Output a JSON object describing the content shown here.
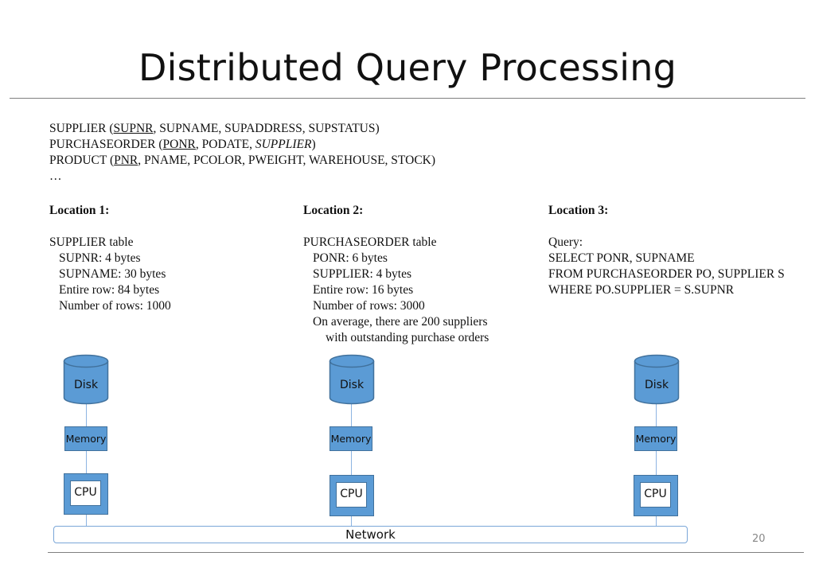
{
  "slide": {
    "title": "Distributed Query Processing",
    "page_number": "20"
  },
  "schema": {
    "supplier": {
      "name": "SUPPLIER (",
      "key": "SUPNR",
      "rest": ", SUPNAME, SUPADDRESS, SUPSTATUS)"
    },
    "purchaseorder": {
      "name": "PURCHASEORDER (",
      "key": "PONR",
      "mid": ", PODATE, ",
      "fk": "SUPPLIER",
      "end": ")"
    },
    "product": {
      "name": "PRODUCT (",
      "key": "PNR",
      "rest": ", PNAME, PCOLOR, PWEIGHT, WAREHOUSE, STOCK)"
    },
    "ellipsis": "…"
  },
  "locations": [
    {
      "heading": "Location 1:",
      "lines": [
        {
          "text": "SUPPLIER table",
          "indent": 0
        },
        {
          "text": "SUPNR: 4 bytes",
          "indent": 1
        },
        {
          "text": "SUPNAME: 30 bytes",
          "indent": 1
        },
        {
          "text": "Entire row: 84 bytes",
          "indent": 1
        },
        {
          "text": "Number of rows: 1000",
          "indent": 1
        }
      ]
    },
    {
      "heading": "Location 2:",
      "lines": [
        {
          "text": "PURCHASEORDER table",
          "indent": 0
        },
        {
          "text": "PONR: 6 bytes",
          "indent": 1
        },
        {
          "text": "SUPPLIER: 4 bytes",
          "indent": 1
        },
        {
          "text": "Entire row: 16 bytes",
          "indent": 1
        },
        {
          "text": "Number of rows: 3000",
          "indent": 1
        },
        {
          "text": "On average, there are 200 suppliers",
          "indent": 1
        },
        {
          "text": "with outstanding purchase orders",
          "indent": 2
        }
      ]
    },
    {
      "heading": "Location 3:",
      "lines": [
        {
          "text": "Query:",
          "indent": 0
        },
        {
          "text": "SELECT PONR, SUPNAME",
          "indent": 0
        },
        {
          "text": "FROM PURCHASEORDER PO, SUPPLIER S",
          "indent": 0
        },
        {
          "text": "WHERE PO.SUPPLIER = S.SUPNR",
          "indent": 0
        }
      ]
    }
  ],
  "nodes": [
    {
      "disk": "Disk",
      "memory": "Memory",
      "cpu": "CPU"
    },
    {
      "disk": "Disk",
      "memory": "Memory",
      "cpu": "CPU"
    },
    {
      "disk": "Disk",
      "memory": "Memory",
      "cpu": "CPU"
    }
  ],
  "network_label": "Network",
  "colors": {
    "node_fill": "#5b9bd5",
    "node_stroke": "#41719c",
    "link": "#8db4e2"
  }
}
